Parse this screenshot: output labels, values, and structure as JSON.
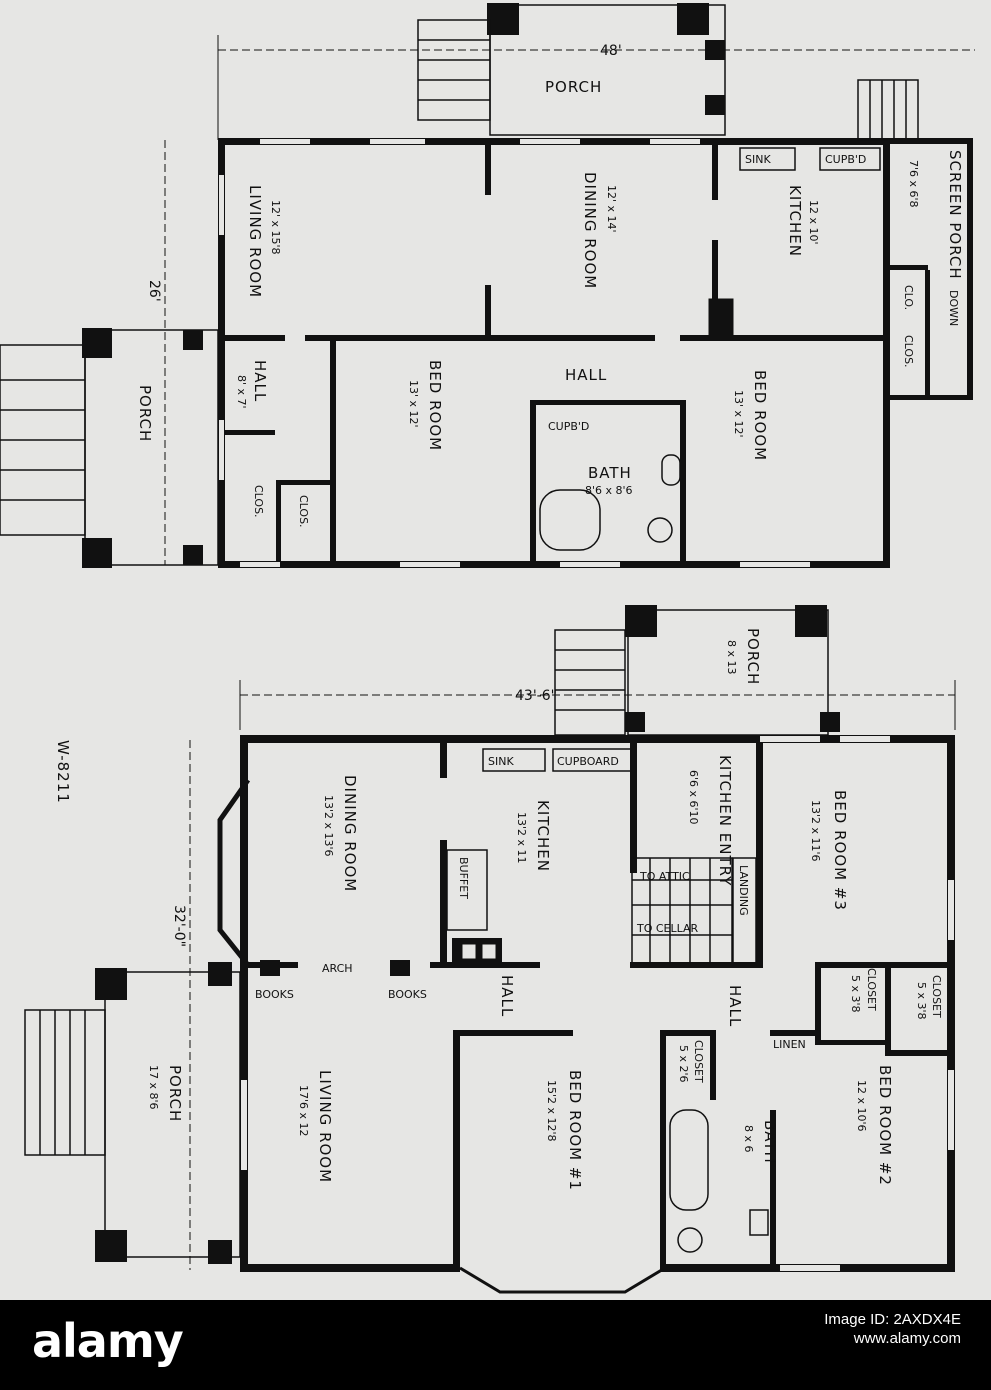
{
  "plan_top": {
    "dimension_width": "48'",
    "dimension_depth": "26'",
    "rooms": {
      "porch_rear": "PORCH",
      "living_room": "LIVING ROOM",
      "living_room_size": "12' x 15'8",
      "dining_room": "DINING ROOM",
      "dining_room_size": "12' x 14'",
      "kitchen": "KITCHEN",
      "kitchen_size": "12 x 10'",
      "screen_porch": "SCREEN PORCH",
      "screen_porch_size": "7'6 x 6'8",
      "porch_front": "PORCH",
      "hall_front": "HALL",
      "hall_front_size": "8' x 7'",
      "bed_room_1": "BED ROOM",
      "bed_room_1_size": "13' x 12'",
      "hall_center": "HALL",
      "bed_room_2": "BED ROOM",
      "bed_room_2_size": "13' x 12'",
      "bath": "BATH",
      "bath_size": "8'6 x 8'6",
      "cupbd_bath": "CUPB'D",
      "clos_1": "CLOS.",
      "clos_2": "CLOS.",
      "clo": "CLO.",
      "clos_3": "CLOS.",
      "sink": "SINK",
      "cupbd_kitchen": "CUPB'D",
      "down": "DOWN"
    }
  },
  "plan_bottom": {
    "dimension_width": "43'-6\"",
    "dimension_depth": "32'-0\"",
    "plan_number": "W-8211",
    "rooms": {
      "porch_rear": "PORCH",
      "porch_rear_size": "8 x 13",
      "sink": "SINK",
      "cupboard": "CUPBOARD",
      "kitchen_entry": "KITCHEN ENTRY",
      "kitchen_entry_size": "6'6 x 6'10",
      "bed_room_3": "BED ROOM #3",
      "bed_room_3_size": "13'2 x 11'6",
      "dining_room": "DINING ROOM",
      "dining_room_size": "13'2 x 13'6",
      "kitchen": "KITCHEN",
      "kitchen_size": "13'2 x 11",
      "buffet": "BUFFET",
      "to_attic": "TO ATTIC",
      "to_cellar": "TO CELLAR",
      "landing": "LANDING",
      "arch": "ARCH",
      "books_1": "BOOKS",
      "books_2": "BOOKS",
      "hall_1": "HALL",
      "hall_2": "HALL",
      "closet_1": "CLOSET",
      "closet_1_size": "5 x 3'8",
      "closet_2": "CLOSET",
      "closet_2_size": "5 x 3'8",
      "linen": "LINEN",
      "porch_front": "PORCH",
      "porch_front_size": "17 x 8'6",
      "living_room": "LIVING ROOM",
      "living_room_size": "17'6 x 12",
      "closet_3": "CLOSET",
      "closet_3_size": "5 x 2'6",
      "bed_room_1": "BED ROOM #1",
      "bed_room_1_size": "15'2 x 12'8",
      "bath": "BATH",
      "bath_size": "8 x 6",
      "bed_room_2": "BED ROOM #2",
      "bed_room_2_size": "12 x 10'6"
    }
  },
  "footer": {
    "brand": "alamy",
    "image_id_line1": "Image ID: 2AXDX4E",
    "image_id_line2": "www.alamy.com"
  }
}
